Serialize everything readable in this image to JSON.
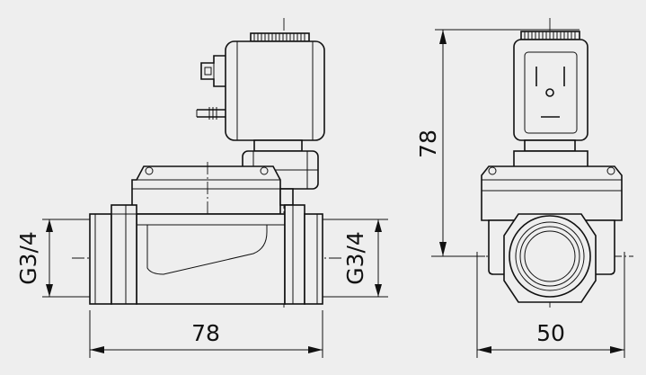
{
  "dimensions": {
    "front_length": "78",
    "front_thread_left": "G3/4",
    "front_thread_right": "G3/4",
    "side_height": "78",
    "side_width": "50"
  },
  "colors": {
    "background": "#eeeeee",
    "line": "#111111"
  }
}
